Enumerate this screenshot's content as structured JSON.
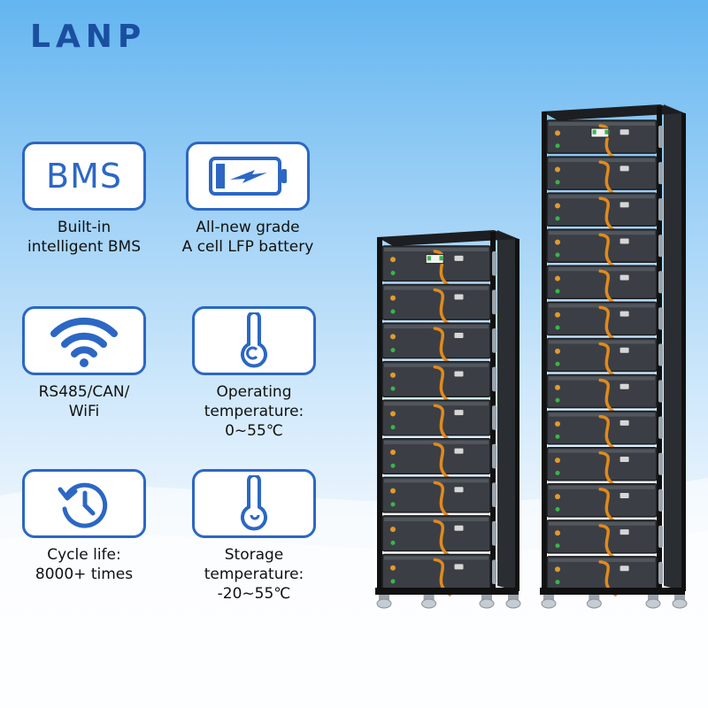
{
  "brand": {
    "logo_text": "LANP"
  },
  "features": [
    {
      "id": "bms",
      "icon_text": "BMS",
      "label": "Built-in\nintelligent BMS"
    },
    {
      "id": "battery",
      "label": "All-new grade\nA cell LFP battery"
    },
    {
      "id": "comm",
      "label": "RS485/CAN/\nWiFi"
    },
    {
      "id": "operating",
      "label": "Operating\ntemperature:\n0~55℃"
    },
    {
      "id": "cycle",
      "label": "Cycle life:\n8000+ times"
    },
    {
      "id": "storage",
      "label": "Storage\ntemperature:\n-20~55℃"
    }
  ],
  "colors": {
    "accent": "#2c67c4",
    "brand": "#1a4fa0"
  },
  "icons": [
    "battery-charge-icon",
    "wifi-icon",
    "thermometer-icon",
    "clock-cycle-icon"
  ],
  "racks": [
    {
      "name": "short-rack",
      "modules": 9
    },
    {
      "name": "tall-rack",
      "modules": 13
    }
  ]
}
